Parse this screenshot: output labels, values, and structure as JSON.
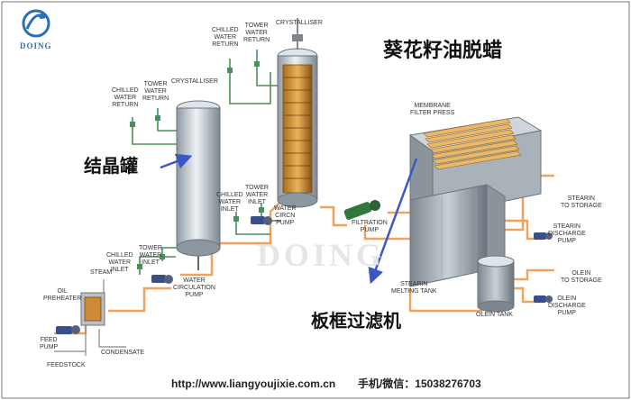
{
  "brand": {
    "name": "DOING",
    "accent": "#2a6fb8"
  },
  "title": "葵花籽油脱蜡",
  "callouts": {
    "tank": "结晶罐",
    "filter": "板框过滤机"
  },
  "footer": {
    "url": "http://www.liangyoujixie.com.cn",
    "contact": "手机/微信：15038276703"
  },
  "watermark": "DOING",
  "labels": {
    "crystalliser1": "CRYSTALLISER",
    "crystalliser2": "CRYSTALLISER",
    "chilled_return_a": "CHILLED\nWATER\nRETURN",
    "tower_return_a": "TOWER\nWATER\nRETURN",
    "chilled_return_b": "CHILLED\nWATER\nRETURN",
    "tower_return_b": "TOWER\nWATER\nRETURN",
    "tower_inlet_a": "TOWER\nWATER\nINLET",
    "chilled_inlet_a": "CHILLED\nWATER\nINLET",
    "chilled_inlet_b": "CHILLED\nWATER\nINLET",
    "tower_inlet_b": "TOWER\nWATER\nINLET",
    "water_circ_pump_a": "WATER\nCIRCN\nPUMP",
    "water_circ_pump_b": "WATER\nCIRCULATION\nPUMP",
    "steam": "STEAM",
    "oil_preheater": "OIL\nPREHEATER",
    "feed_pump": "FEED\nPUMP",
    "feedstock": "FEEDSTOCK",
    "condensate": "CONDENSATE",
    "filtration_pump": "FILTRATION\nPUMP",
    "membrane_filter": "MEMBRANE\nFILTER PRESS",
    "stearin_melting": "STEARIN\nMELTING TANK",
    "olein_tank": "OLEIN TANK",
    "stearin_storage": "STEARIN\nTO STORAGE",
    "stearin_pump": "STEARIN\nDISCHARGE\nPUMP",
    "olein_storage": "OLEIN\nTO STORAGE",
    "olein_pump": "OLEIN\nDISCHARGE\nPUMP"
  }
}
